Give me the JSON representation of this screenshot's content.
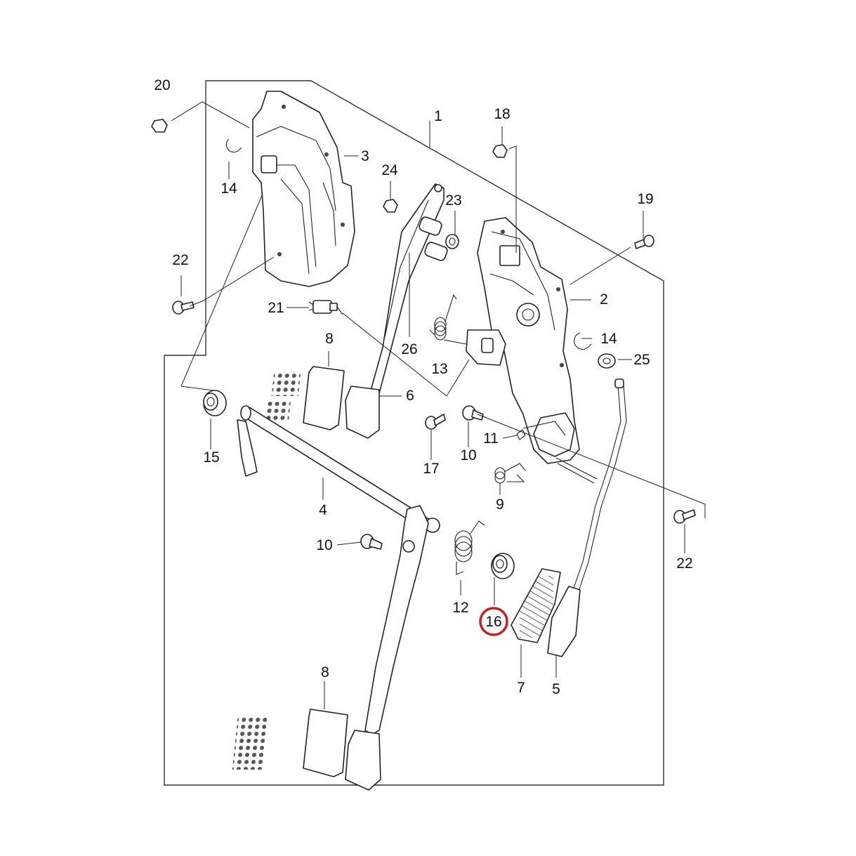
{
  "diagram": {
    "highlight_color": "#cc1f1f",
    "line_color": "#222222",
    "highlighted_part": "16",
    "callouts": [
      {
        "id": "c1",
        "label": "1"
      },
      {
        "id": "c2",
        "label": "2"
      },
      {
        "id": "c3",
        "label": "3"
      },
      {
        "id": "c4",
        "label": "4"
      },
      {
        "id": "c5",
        "label": "5"
      },
      {
        "id": "c6",
        "label": "6"
      },
      {
        "id": "c7",
        "label": "7"
      },
      {
        "id": "c8a",
        "label": "8"
      },
      {
        "id": "c8b",
        "label": "8"
      },
      {
        "id": "c9",
        "label": "9"
      },
      {
        "id": "c10a",
        "label": "10"
      },
      {
        "id": "c10b",
        "label": "10"
      },
      {
        "id": "c11",
        "label": "11"
      },
      {
        "id": "c12",
        "label": "12"
      },
      {
        "id": "c13",
        "label": "13"
      },
      {
        "id": "c14a",
        "label": "14"
      },
      {
        "id": "c14b",
        "label": "14"
      },
      {
        "id": "c15",
        "label": "15"
      },
      {
        "id": "c16",
        "label": "16"
      },
      {
        "id": "c17",
        "label": "17"
      },
      {
        "id": "c18",
        "label": "18"
      },
      {
        "id": "c19",
        "label": "19"
      },
      {
        "id": "c20",
        "label": "20"
      },
      {
        "id": "c21",
        "label": "21"
      },
      {
        "id": "c22a",
        "label": "22"
      },
      {
        "id": "c22b",
        "label": "22"
      },
      {
        "id": "c23",
        "label": "23"
      },
      {
        "id": "c24",
        "label": "24"
      },
      {
        "id": "c25",
        "label": "25"
      },
      {
        "id": "c26",
        "label": "26"
      }
    ]
  }
}
